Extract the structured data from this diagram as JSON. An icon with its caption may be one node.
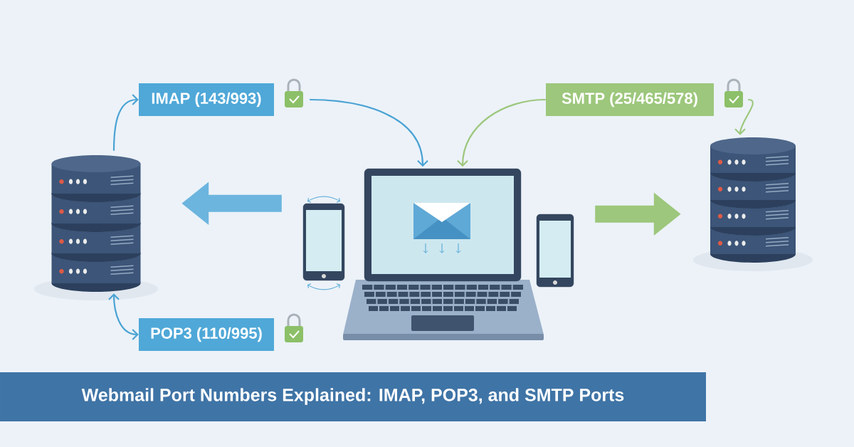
{
  "diagram": {
    "title": "Webmail Port Numbers Explained: IMAP, POP3, and SMTP Ports",
    "nodes": [
      {
        "text": [],
        "shape": "picture"
      },
      {
        "text": [
          "IMAP (143/993)"
        ]
      },
      {
        "text": [
          "POP3 (110/995)"
        ]
      },
      {
        "text": [],
        "shape": "picture"
      },
      {
        "text": [],
        "shape": "picture"
      },
      {
        "text": [],
        "shape": "picture"
      },
      {
        "text": [
          "SMTP (25/465/578)"
        ]
      },
      {
        "text": [],
        "shape": "picture"
      }
    ],
    "edges": [
      {
        "from": 0,
        "to": 1,
        "arrow": "to"
      },
      {
        "from": 1,
        "to": 4,
        "arrow": "to"
      },
      {
        "from": 0,
        "to": 2,
        "arrow": "both"
      },
      {
        "from": 6,
        "to": 4,
        "arrow": "to",
        "color": "#9dc77c"
      },
      {
        "from": 6,
        "to": 7,
        "arrow": "to",
        "color": "#9dc77c"
      },
      {
        "from": 3,
        "to": 0,
        "arrow": "to",
        "style": "thick",
        "color": "#6cb5df"
      },
      {
        "from": 5,
        "to": 7,
        "arrow": "to",
        "style": "thick",
        "color": "#9dc77c"
      }
    ]
  }
}
